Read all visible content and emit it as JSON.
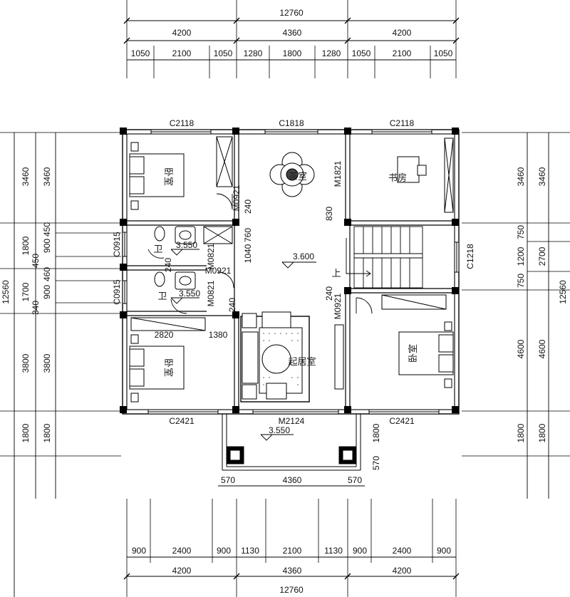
{
  "dimensions": {
    "top_total": "12760",
    "top_bays": [
      "4200",
      "4360",
      "4200"
    ],
    "top_parts": [
      "1050",
      "2100",
      "1050",
      "1280",
      "1800",
      "1280",
      "1050",
      "2100",
      "1050"
    ],
    "bottom_total": "12760",
    "bottom_bays": [
      "4200",
      "4360",
      "4200"
    ],
    "bottom_parts": [
      "900",
      "2400",
      "900",
      "1130",
      "2100",
      "1130",
      "900",
      "2400",
      "900"
    ],
    "porch": [
      "570",
      "4360",
      "570"
    ],
    "left_total": "12560",
    "left_bays": [
      "3460",
      "1800",
      "1700",
      "3800",
      "1800"
    ],
    "left_parts": [
      "3460",
      "900",
      "450",
      "450",
      "900",
      "460",
      "340",
      "3800",
      "1800"
    ],
    "right_total": "12560",
    "right_bays": [
      "3460",
      "2700",
      "4600",
      "1800"
    ],
    "right_parts": [
      "3460",
      "750",
      "1200",
      "750",
      "4600",
      "1800"
    ],
    "interior": [
      "2820",
      "1380",
      "240",
      "830",
      "240",
      "760",
      "1040",
      "240",
      "240",
      "1800",
      "570"
    ]
  },
  "windows": {
    "c2118_left": "C2118",
    "c1818": "C1818",
    "c2118_right": "C2118",
    "c0915_a": "C0915",
    "c0915_b": "C0915",
    "c1218": "C1218",
    "c2421_left": "C2421",
    "c2421_right": "C2421"
  },
  "doors": {
    "m0921_a": "M0921",
    "m0921_b": "M0921",
    "m0921_c": "M0921",
    "m0821_a": "M0821",
    "m0821_b": "M0821",
    "m1821": "M1821",
    "m2124": "M2124"
  },
  "levels": {
    "main": "3.600",
    "bath1": "3.550",
    "bath2": "3.550",
    "porch": "3.550"
  },
  "rooms": {
    "bedroom_top_left": "卧室",
    "bedroom_bottom_left": "卧室",
    "bedroom_right": "卧室",
    "tea_room": "茶室",
    "study": "书房",
    "living": "起居室",
    "bath1": "卫",
    "bath2": "卫",
    "stair_up": "上"
  }
}
